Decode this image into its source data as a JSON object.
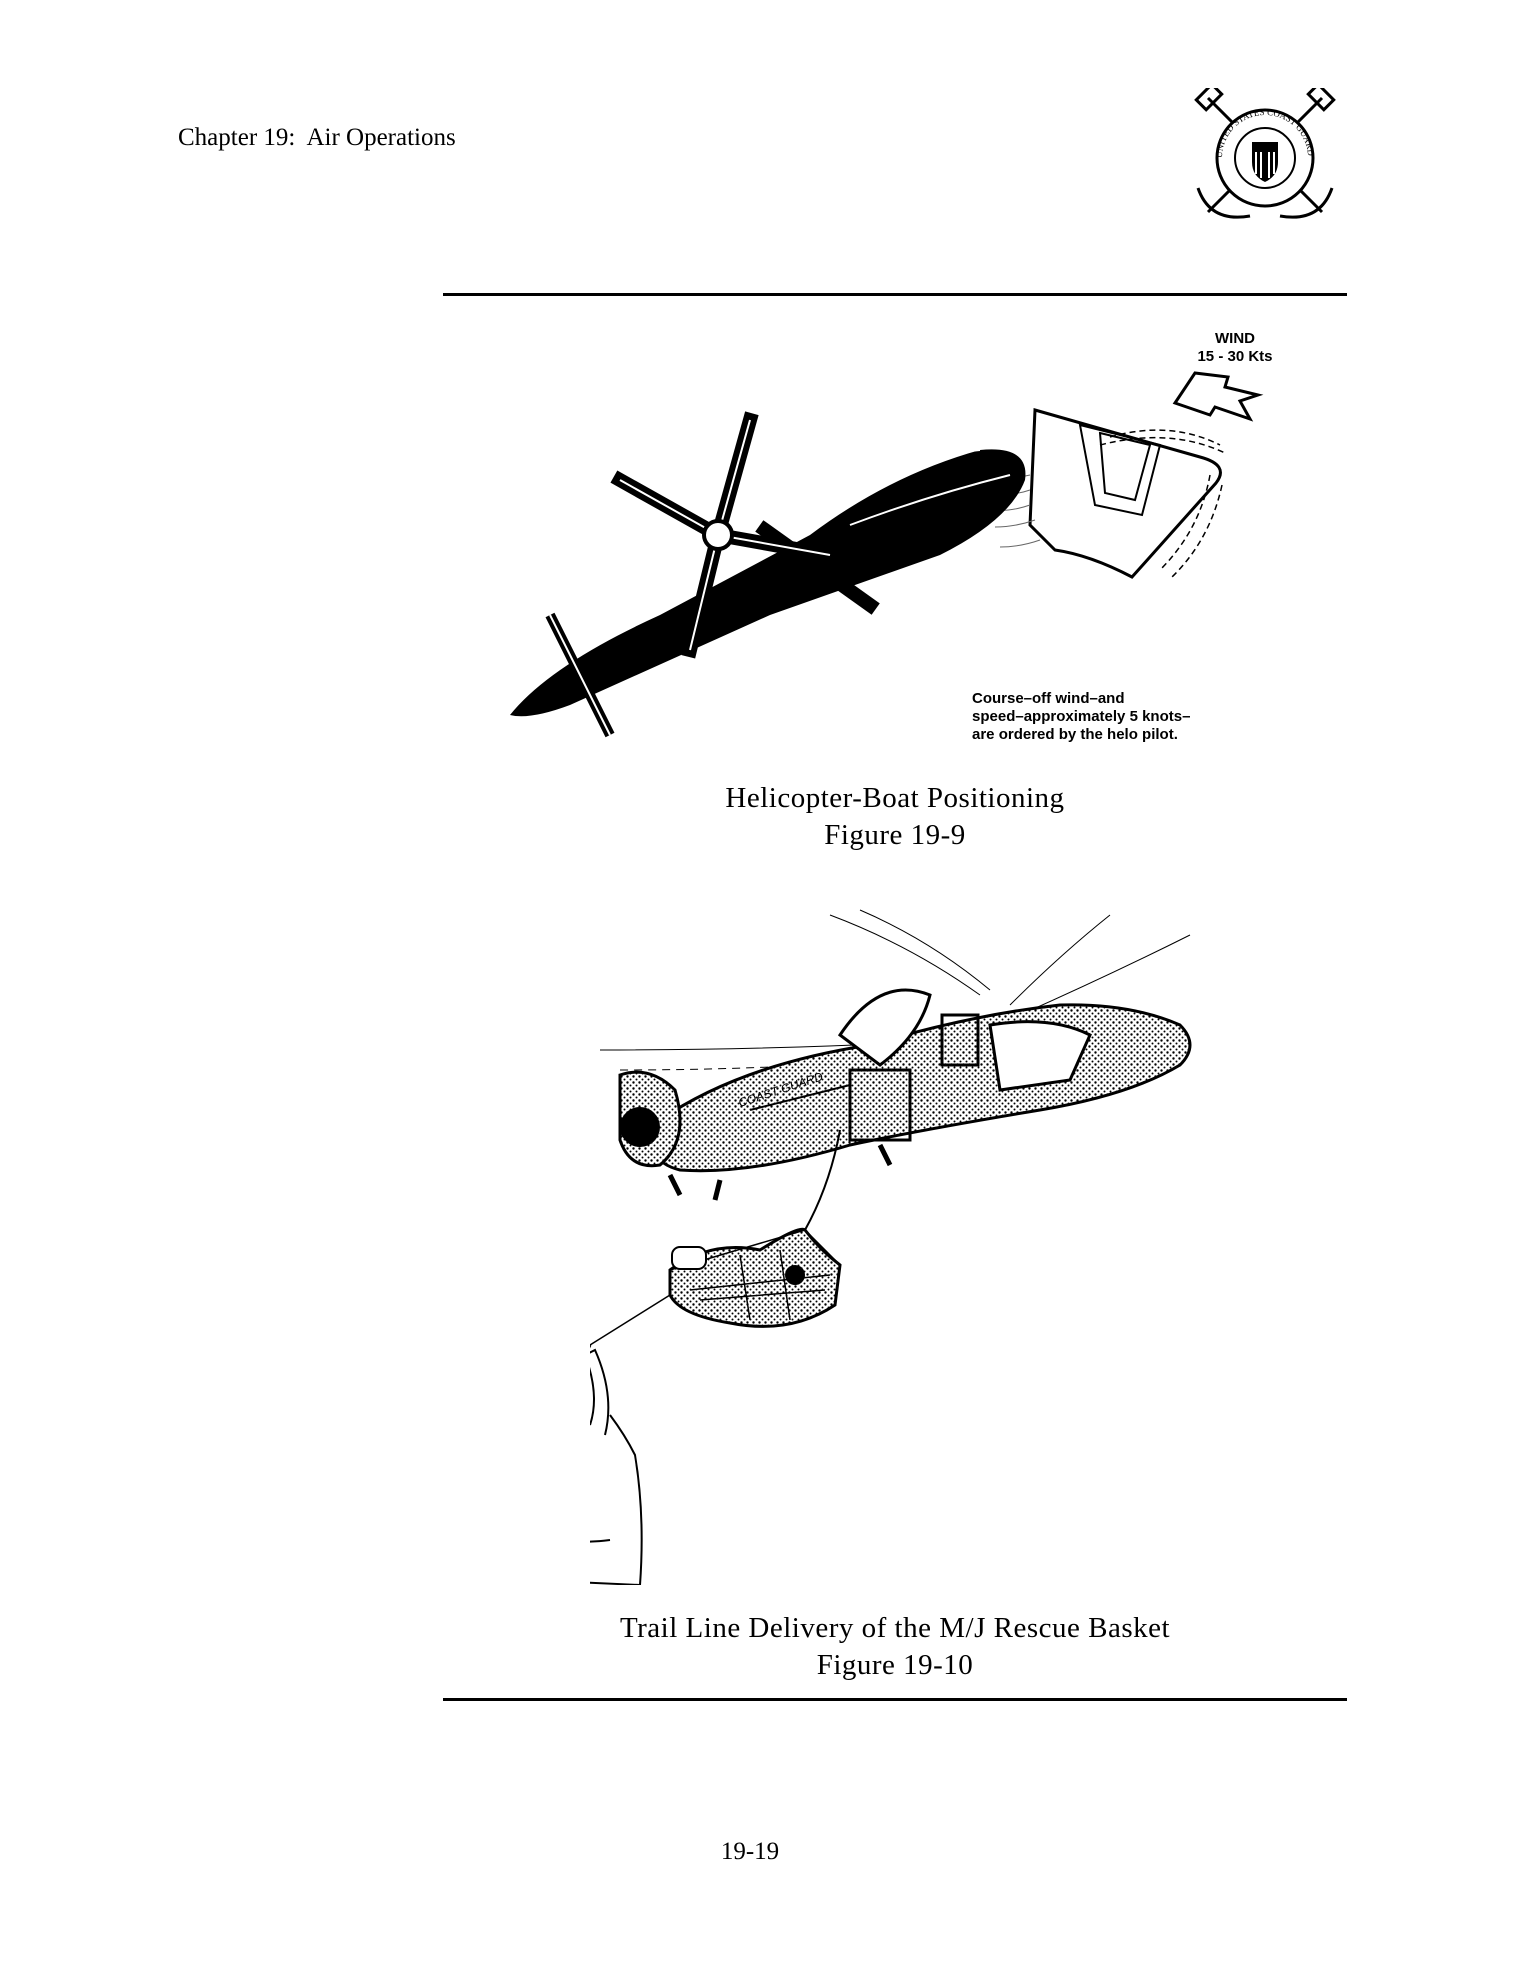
{
  "header": {
    "chapter": "Chapter 19:  Air Operations",
    "seal_text": "UNITED STATES COAST GUARD 1790"
  },
  "figure_9": {
    "wind_label": "WIND",
    "wind_speed": "15 - 30 Kts",
    "note": [
      "Course–off wind–and",
      "speed–approximately 5 knots–",
      "are ordered by the helo pilot."
    ],
    "caption_title": "Helicopter-Boat Positioning",
    "caption_number": "Figure 19-9"
  },
  "figure_10": {
    "fuselage_text": "COAST GUARD",
    "caption_title": "Trail Line Delivery of the M/J Rescue Basket",
    "caption_number": "Figure 19-10"
  },
  "footer": {
    "page_number": "19-19"
  }
}
